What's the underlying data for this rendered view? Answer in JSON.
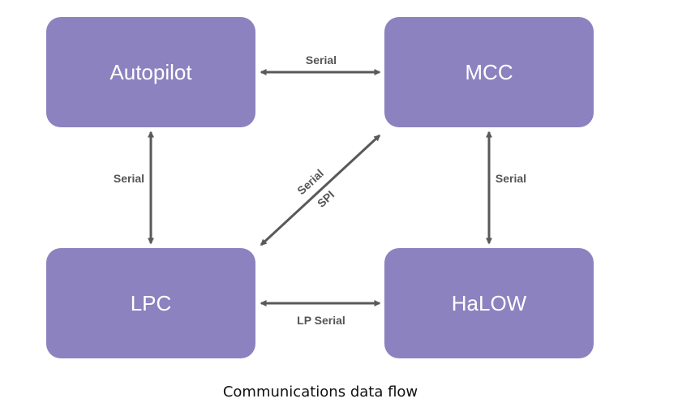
{
  "colors": {
    "node_fill": "#8b82bf",
    "node_text": "#ffffff",
    "edge": "#595959",
    "edge_label": "#555555"
  },
  "nodes": {
    "autopilot": "Autopilot",
    "mcc": "MCC",
    "lpc": "LPC",
    "halow": "HaLOW"
  },
  "edges": {
    "autopilot_mcc": "Serial",
    "autopilot_lpc": "Serial",
    "mcc_halow": "Serial",
    "lpc_mcc_serial": "Serial",
    "lpc_mcc_spi": "SPI",
    "lpc_halow": "LP Serial"
  },
  "caption": "Communications data flow"
}
